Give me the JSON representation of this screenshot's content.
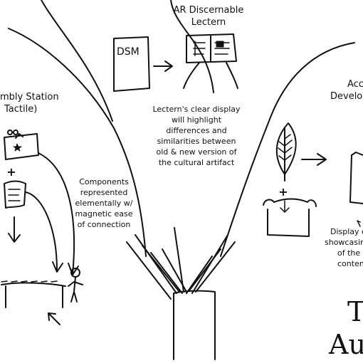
{
  "station_left": {
    "line1": "mbly Station",
    "line2": "Tactile)"
  },
  "ar_lectern": {
    "line1": "AR Discernable",
    "line2": "Lectern"
  },
  "lectern_note": {
    "lines": [
      "Lectern's clear display",
      "will highlight",
      "differences and",
      "similarities between",
      "old & new version of",
      "the cultural artifact"
    ]
  },
  "components_note": {
    "lines": [
      "Components",
      "represented",
      "elementally w/",
      "magnetic ease",
      "of connection"
    ]
  },
  "right_header": {
    "line1": "Acc",
    "line2": "Develop"
  },
  "right_note": {
    "lines": [
      "Display o",
      "showcasing t",
      "of the obj",
      "contemp"
    ]
  },
  "book_label": "DSM",
  "plus_left": "+",
  "plus_right": "+",
  "big_letters": {
    "line1": "T",
    "line2": "Au"
  },
  "colors": {
    "ink": "#111111",
    "paper": "#ffffff"
  }
}
